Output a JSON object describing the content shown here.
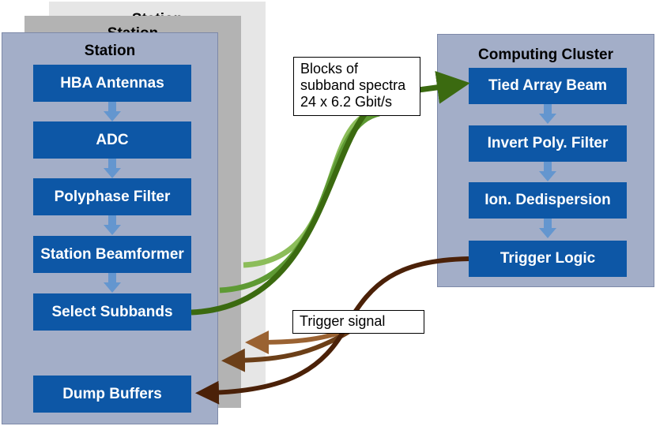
{
  "station_back2": {
    "title": "Station"
  },
  "station_back1": {
    "title": "Station"
  },
  "station": {
    "title": "Station",
    "blocks": [
      "HBA Antennas",
      "ADC",
      "Polyphase Filter",
      "Station Beamformer",
      "Select Subbands",
      "Dump Buffers"
    ]
  },
  "cluster": {
    "title": "Computing Cluster",
    "blocks": [
      "Tied Array Beam",
      "Invert Poly. Filter",
      "Ion. Dedispersion",
      "Trigger Logic"
    ]
  },
  "callouts": {
    "data_line1": "Blocks of",
    "data_line2": "subband spectra",
    "data_line3": "24 x 6.2 Gbit/s",
    "trigger": "Trigger signal"
  },
  "colors": {
    "block": "#0d57a6",
    "panel": "#a3aec8",
    "arrow": "#6496cf",
    "green_light": "#8cbd5a",
    "green_mid": "#5e9a34",
    "green_dark": "#3b6a10",
    "brown_light": "#9a6232",
    "brown_mid": "#6c3f18",
    "brown_dark": "#4b2108"
  }
}
